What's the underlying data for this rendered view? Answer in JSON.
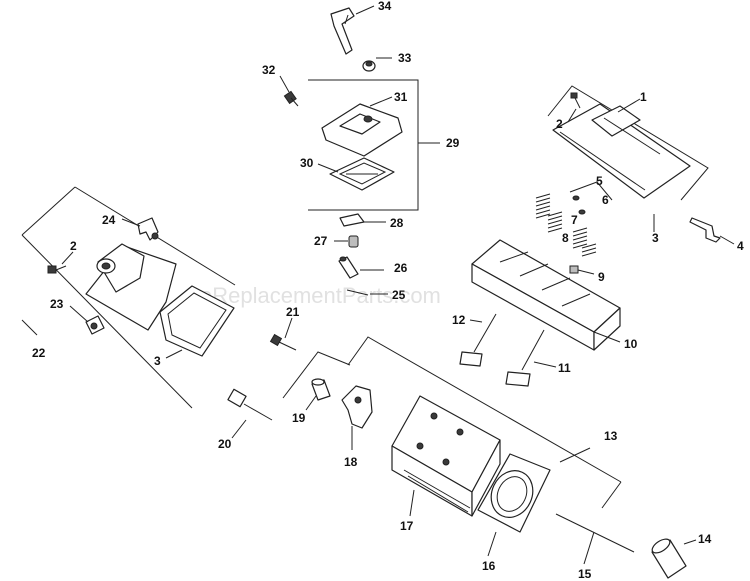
{
  "watermark": "eReplacementParts.com",
  "callouts": [
    {
      "id": "c34",
      "text": "34"
    },
    {
      "id": "c33",
      "text": "33"
    },
    {
      "id": "c32",
      "text": "32"
    },
    {
      "id": "c31",
      "text": "31"
    },
    {
      "id": "c29",
      "text": "29"
    },
    {
      "id": "c30",
      "text": "30"
    },
    {
      "id": "c28",
      "text": "28"
    },
    {
      "id": "c27",
      "text": "27"
    },
    {
      "id": "c26",
      "text": "26"
    },
    {
      "id": "c25",
      "text": "25"
    },
    {
      "id": "c1",
      "text": "1"
    },
    {
      "id": "c2a",
      "text": "2"
    },
    {
      "id": "c5",
      "text": "5"
    },
    {
      "id": "c6",
      "text": "6"
    },
    {
      "id": "c7",
      "text": "7"
    },
    {
      "id": "c8",
      "text": "8"
    },
    {
      "id": "c3a",
      "text": "3"
    },
    {
      "id": "c4",
      "text": "4"
    },
    {
      "id": "c9",
      "text": "9"
    },
    {
      "id": "c10",
      "text": "10"
    },
    {
      "id": "c12",
      "text": "12"
    },
    {
      "id": "c11",
      "text": "11"
    },
    {
      "id": "c24",
      "text": "24"
    },
    {
      "id": "c2b",
      "text": "2"
    },
    {
      "id": "c23",
      "text": "23"
    },
    {
      "id": "c22",
      "text": "22"
    },
    {
      "id": "c3b",
      "text": "3"
    },
    {
      "id": "c21",
      "text": "21"
    },
    {
      "id": "c19",
      "text": "19"
    },
    {
      "id": "c20",
      "text": "20"
    },
    {
      "id": "c18",
      "text": "18"
    },
    {
      "id": "c13",
      "text": "13"
    },
    {
      "id": "c17",
      "text": "17"
    },
    {
      "id": "c16",
      "text": "16"
    },
    {
      "id": "c15",
      "text": "15"
    },
    {
      "id": "c14",
      "text": "14"
    }
  ]
}
